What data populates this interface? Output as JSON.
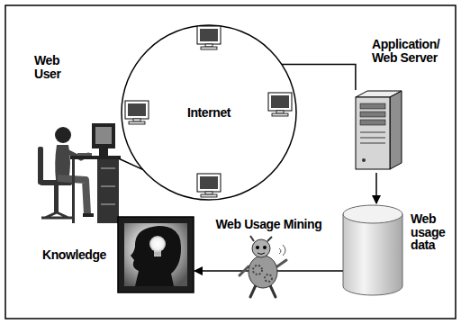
{
  "diagram": {
    "nodes": [
      {
        "text": [
          "Web User"
        ]
      },
      {
        "text": [
          "Internet"
        ]
      },
      {
        "text": [
          "Application/ Web Server"
        ]
      },
      {
        "text": [
          "Web usage data"
        ]
      },
      {
        "text": [
          "Knowledge"
        ]
      }
    ],
    "edges": [
      {
        "from": 0,
        "to": 1,
        "arrow": "none"
      },
      {
        "from": 1,
        "to": 2,
        "arrow": "none"
      },
      {
        "from": 2,
        "to": 3,
        "arrow": "to"
      },
      {
        "from": 3,
        "to": 4,
        "label": "Web Usage Mining",
        "arrow": "to"
      }
    ]
  }
}
